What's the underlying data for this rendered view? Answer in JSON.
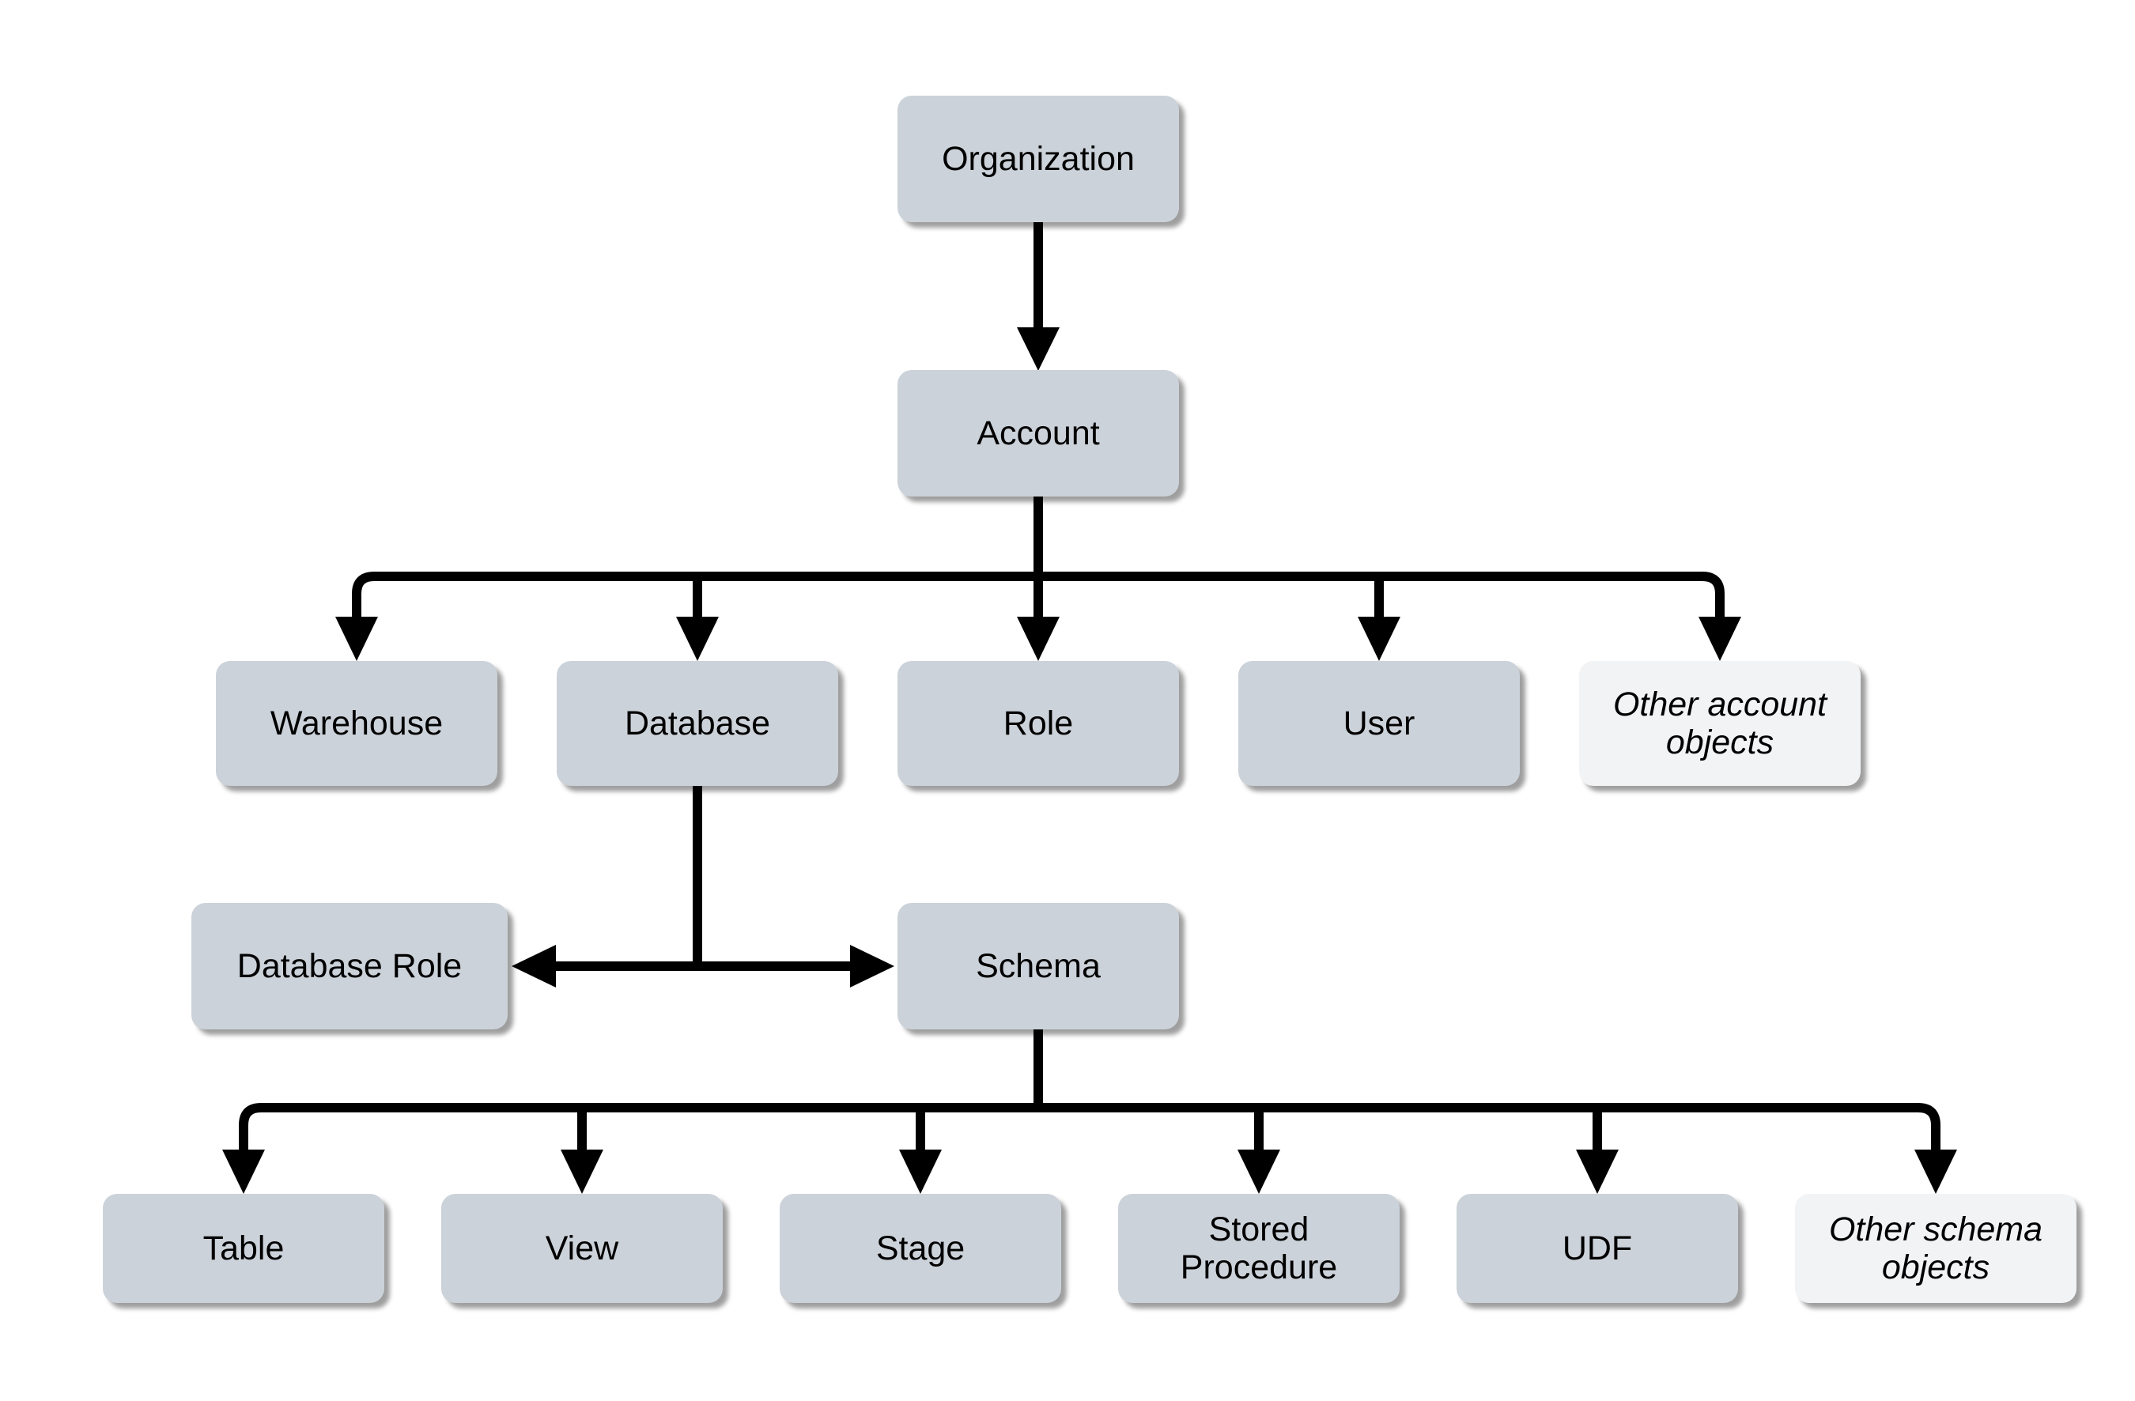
{
  "diagram": {
    "type": "hierarchy-flowchart",
    "description": "Object hierarchy: Organization to Account to account-level objects; Database to Database Role and Schema; Schema to schema-level objects"
  },
  "colors": {
    "node_fill": "#ccd2d9",
    "other_node_fill": "#f2f3f5",
    "connector": "#000000",
    "text": "#000000",
    "background": "#ffffff"
  },
  "nodes": {
    "organization": {
      "label": "Organization",
      "style": "default"
    },
    "account": {
      "label": "Account",
      "style": "default"
    },
    "warehouse": {
      "label": "Warehouse",
      "style": "default"
    },
    "database": {
      "label": "Database",
      "style": "default"
    },
    "role": {
      "label": "Role",
      "style": "default"
    },
    "user": {
      "label": "User",
      "style": "default"
    },
    "other_account_objects": {
      "label": "Other account objects",
      "style": "other-italic"
    },
    "database_role": {
      "label": "Database Role",
      "style": "default"
    },
    "schema": {
      "label": "Schema",
      "style": "default"
    },
    "table": {
      "label": "Table",
      "style": "default"
    },
    "view": {
      "label": "View",
      "style": "default"
    },
    "stage": {
      "label": "Stage",
      "style": "default"
    },
    "stored_procedure": {
      "label": "Stored Procedure",
      "style": "default"
    },
    "udf": {
      "label": "UDF",
      "style": "default"
    },
    "other_schema_objects": {
      "label": "Other schema objects",
      "style": "other-italic"
    }
  },
  "edges": [
    {
      "from": "Organization",
      "to": "Account"
    },
    {
      "from": "Account",
      "to": "Warehouse"
    },
    {
      "from": "Account",
      "to": "Database"
    },
    {
      "from": "Account",
      "to": "Role"
    },
    {
      "from": "Account",
      "to": "User"
    },
    {
      "from": "Account",
      "to": "Other account objects"
    },
    {
      "from": "Database",
      "to": "Database Role"
    },
    {
      "from": "Database",
      "to": "Schema"
    },
    {
      "from": "Schema",
      "to": "Table"
    },
    {
      "from": "Schema",
      "to": "View"
    },
    {
      "from": "Schema",
      "to": "Stage"
    },
    {
      "from": "Schema",
      "to": "Stored Procedure"
    },
    {
      "from": "Schema",
      "to": "UDF"
    },
    {
      "from": "Schema",
      "to": "Other schema objects"
    }
  ]
}
